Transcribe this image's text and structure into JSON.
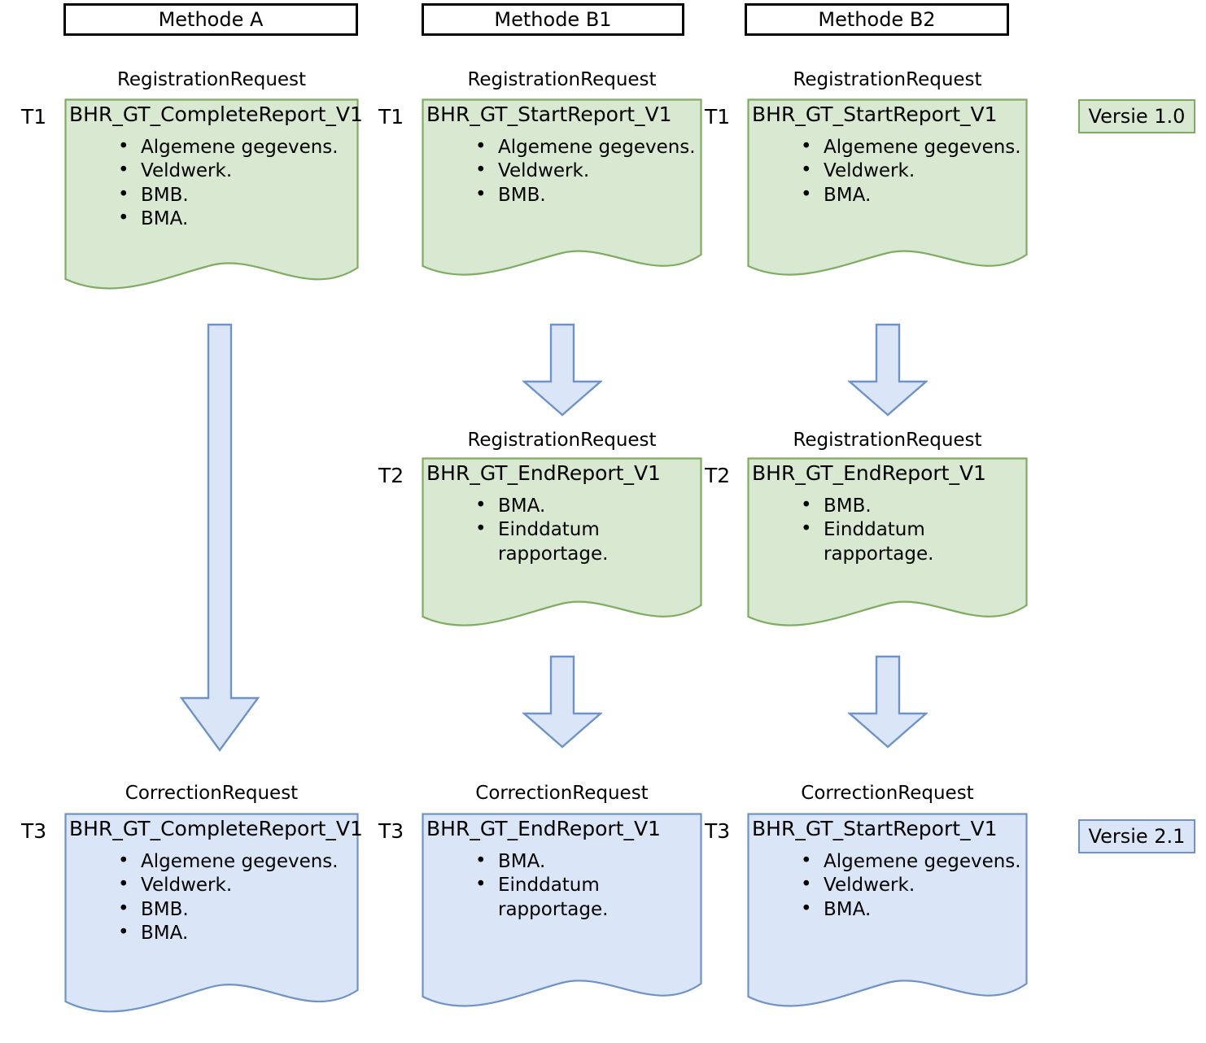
{
  "colors": {
    "green_fill": "#D9E8D0",
    "green_stroke": "#7FAC62",
    "blue_fill": "#DAE6F8",
    "blue_stroke": "#6F93C4",
    "header_border": "#000000",
    "text": "#000000"
  },
  "headers": [
    {
      "label": "Methode A"
    },
    {
      "label": "Methode B1"
    },
    {
      "label": "Methode B2"
    }
  ],
  "legend": [
    {
      "label": "Versie 1.0",
      "variant": "green"
    },
    {
      "label": "Versie 2.1",
      "variant": "blue"
    }
  ],
  "documents": [
    {
      "id": "a-t1",
      "column": "Methode A",
      "caption": "RegistrationRequest",
      "title": "BHR_GT_CompleteReport_V1",
      "items": [
        "Algemene gegevens.",
        "Veldwerk.",
        "BMB.",
        "BMA."
      ],
      "time_left": "T1",
      "time_right": "",
      "variant": "green"
    },
    {
      "id": "b1-t1",
      "column": "Methode B1",
      "caption": "RegistrationRequest",
      "title": "BHR_GT_StartReport_V1",
      "items": [
        "Algemene gegevens.",
        "Veldwerk.",
        "BMB."
      ],
      "time_left": "T1",
      "time_right": "T1",
      "variant": "green"
    },
    {
      "id": "b2-t1",
      "column": "Methode B2",
      "caption": "RegistrationRequest",
      "title": "BHR_GT_StartReport_V1",
      "items": [
        "Algemene gegevens.",
        "Veldwerk.",
        "BMA."
      ],
      "time_left": "",
      "time_right": "",
      "variant": "green"
    },
    {
      "id": "b1-t2",
      "column": "Methode B1",
      "caption": "RegistrationRequest",
      "title": "BHR_GT_EndReport_V1",
      "items": [
        "BMA.",
        "Einddatum rapportage."
      ],
      "time_left": "T2",
      "time_right": "T2",
      "variant": "green"
    },
    {
      "id": "b2-t2",
      "column": "Methode B2",
      "caption": "RegistrationRequest",
      "title": "BHR_GT_EndReport_V1",
      "items": [
        "BMB.",
        "Einddatum rapportage."
      ],
      "time_left": "",
      "time_right": "",
      "variant": "green"
    },
    {
      "id": "a-t3",
      "column": "Methode A",
      "caption": "CorrectionRequest",
      "title": "BHR_GT_CompleteReport_V1",
      "items": [
        "Algemene gegevens.",
        "Veldwerk.",
        "BMB.",
        "BMA."
      ],
      "time_left": "T3",
      "time_right": "",
      "variant": "blue"
    },
    {
      "id": "b1-t3",
      "column": "Methode B1",
      "caption": "CorrectionRequest",
      "title": "BHR_GT_EndReport_V1",
      "items": [
        "BMA.",
        "Einddatum rapportage."
      ],
      "time_left": "T3",
      "time_right": "T3",
      "variant": "blue"
    },
    {
      "id": "b2-t3",
      "column": "Methode B2",
      "caption": "CorrectionRequest",
      "title": "BHR_GT_StartReport_V1",
      "items": [
        "Algemene gegevens.",
        "Veldwerk.",
        "BMA."
      ],
      "time_left": "",
      "time_right": "",
      "variant": "blue"
    }
  ],
  "arrows": [
    {
      "id": "arrow-a-t1-to-t3",
      "from": "a-t1",
      "to": "a-t3"
    },
    {
      "id": "arrow-b1-t1-to-t2",
      "from": "b1-t1",
      "to": "b1-t2"
    },
    {
      "id": "arrow-b2-t1-to-t2",
      "from": "b2-t1",
      "to": "b2-t2"
    },
    {
      "id": "arrow-b1-t2-to-t3",
      "from": "b1-t2",
      "to": "b1-t3"
    },
    {
      "id": "arrow-b2-t2-to-t3",
      "from": "b2-t2",
      "to": "b2-t3"
    }
  ]
}
